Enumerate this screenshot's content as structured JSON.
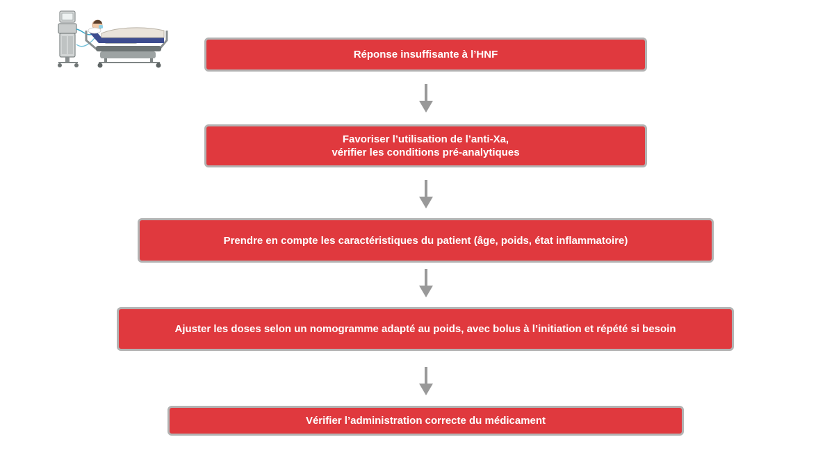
{
  "flowchart": {
    "steps": [
      {
        "lines": [
          "Réponse insuffisante à l’HNF"
        ]
      },
      {
        "lines": [
          "Favoriser l’utilisation de l’anti-Xa,",
          "vérifier les conditions pré-analytiques"
        ]
      },
      {
        "lines": [
          "Prendre en compte les caractéristiques du patient (âge, poids, état inflammatoire)"
        ]
      },
      {
        "lines": [
          "Ajuster les doses selon un nomogramme adapté au poids, avec bolus à l’initiation et répété si besoin"
        ]
      },
      {
        "lines": [
          "Vérifier l’administration correcte du médicament"
        ]
      }
    ]
  },
  "illustration": {
    "icon": "hospital-bed-ventilator-icon"
  },
  "colors": {
    "box_fill": "#e0393e",
    "box_border": "#b3b3b3",
    "arrow": "#999999",
    "text": "#ffffff"
  }
}
